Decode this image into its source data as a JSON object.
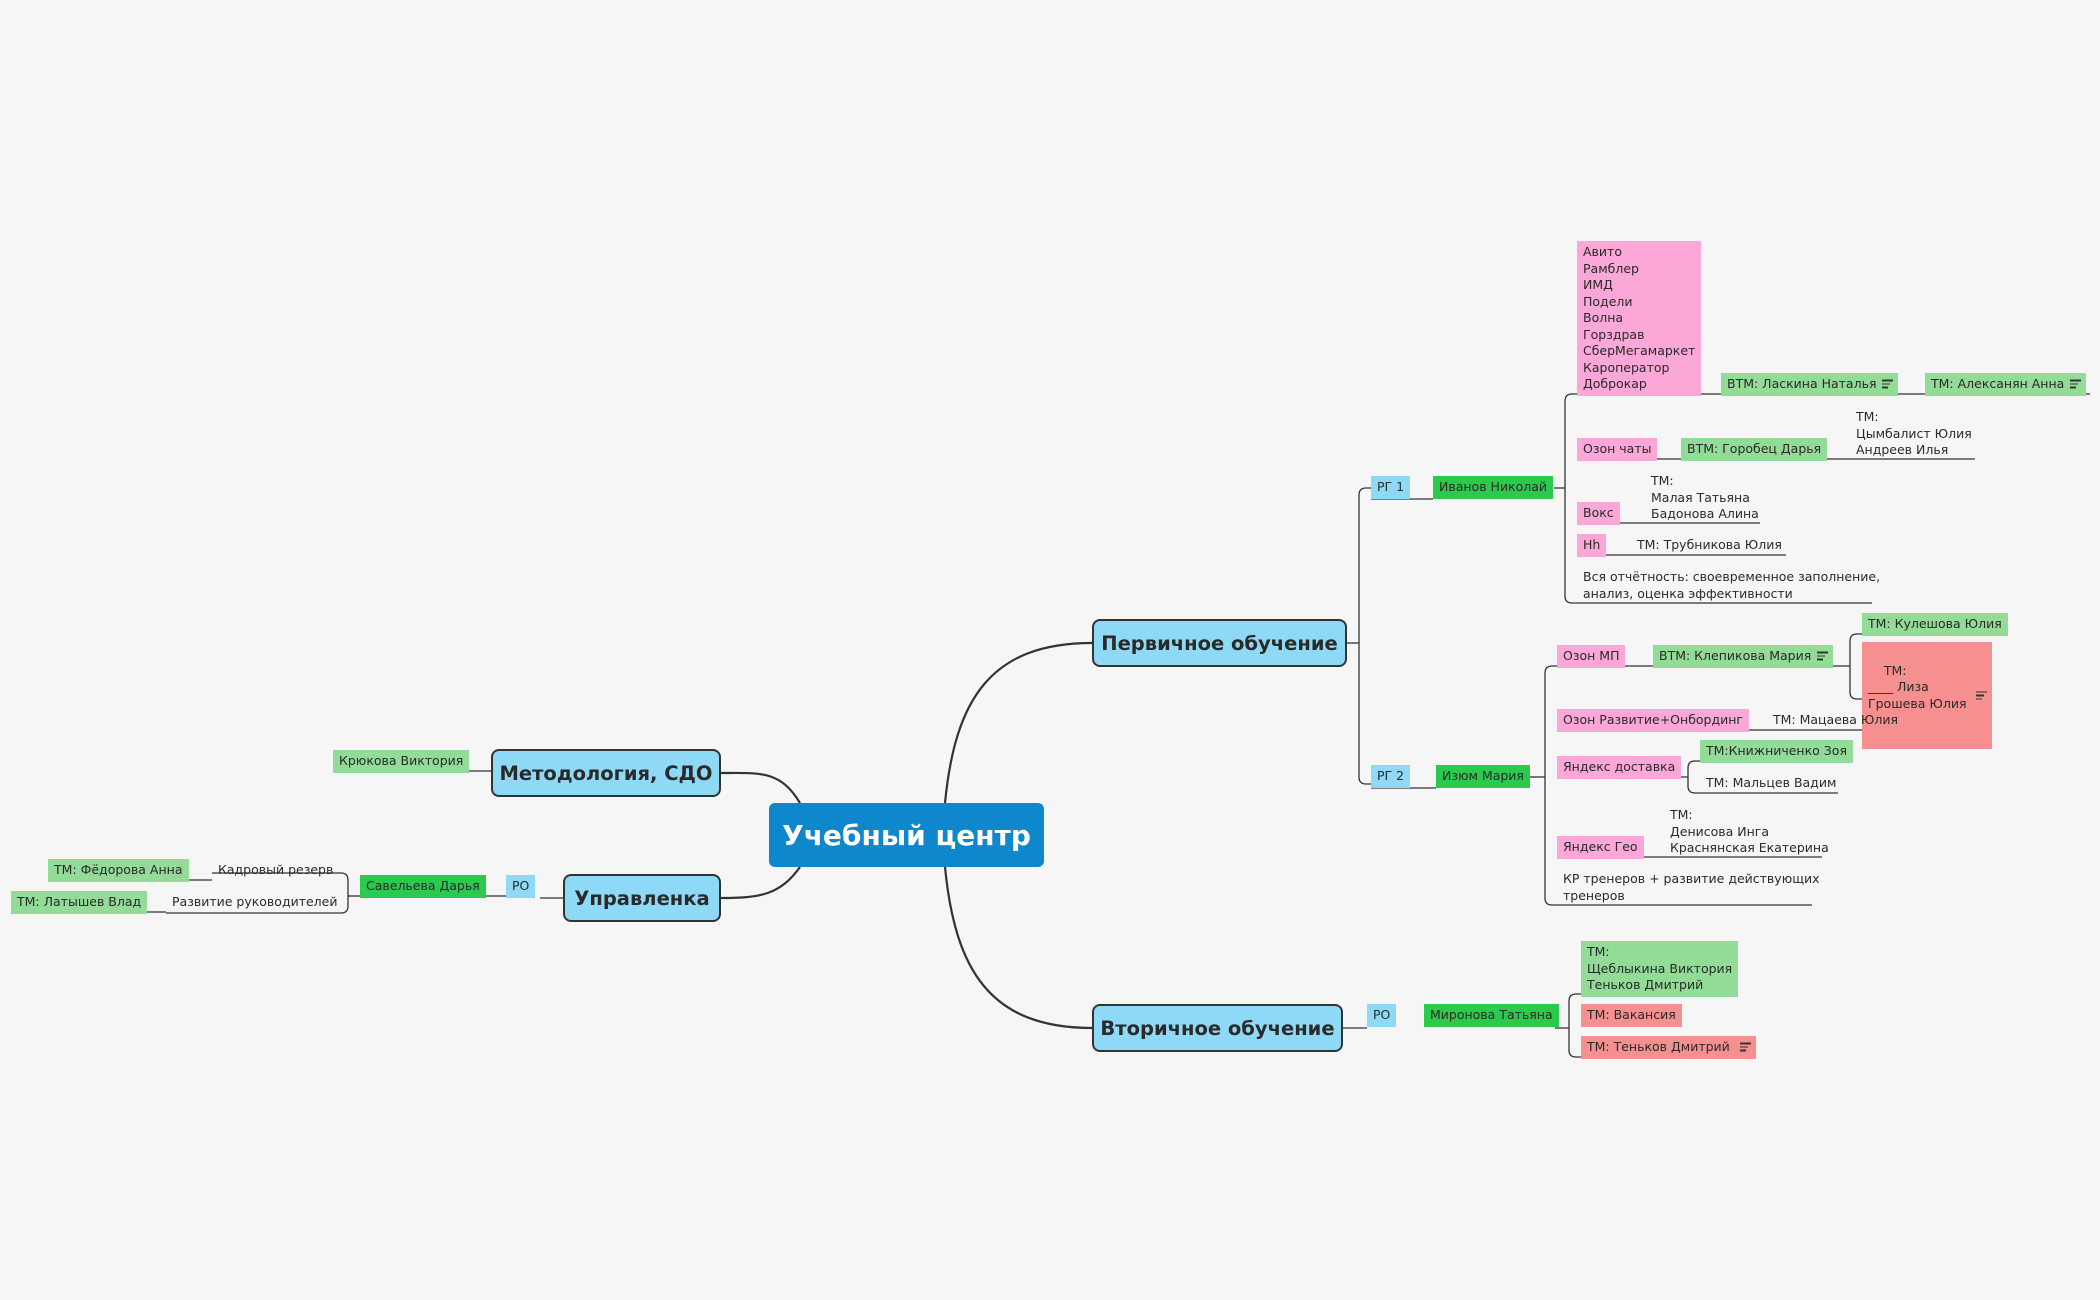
{
  "colors": {
    "root": "#0e87cc",
    "main_topic": "#8ed9f6",
    "manager": "#2bca4d",
    "staff": "#92dc98",
    "project": "#fba7d7",
    "vacancy": "#f68f8f",
    "line": "#333333"
  },
  "root": "Учебный центр",
  "topics": {
    "primary": "Первичное обучение",
    "secondary": "Вторичное обучение",
    "method": "Методология, СДО",
    "management": "Управленка"
  },
  "primary": {
    "rg1": {
      "label": "РГ 1",
      "manager": "Иванов Николай",
      "projects_list": "Авито\nРамблер\nИМД\nПодели\nВолна\nГорздрав\nСберМегамаркет\nКароператор\nДоброкар",
      "vtm_laskina": "ВТМ: Ласкина Наталья",
      "tm_aleksanyan": "ТМ: Алексанян Анна",
      "ozon_chats": "Озон чаты",
      "vtm_gorobets": "ВТМ: Горобец Дарья",
      "tm_tsymbalist": "ТМ:\nЦымбалист Юлия\nАндреев Илья",
      "voks": "Вокс",
      "tm_malaya": "ТМ:\nМалая Татьяна\nБадонова Алина",
      "hh": "Hh",
      "tm_trubnikova": "ТМ: Трубникова Юлия",
      "reporting": "Вся отчётность: своевременное заполнение,\nанализ, оценка эффективности"
    },
    "rg2": {
      "label": "РГ 2",
      "manager": "Изюм Мария",
      "ozon_mp": "Озон МП",
      "vtm_klepikova": "ВТМ: Клепикова Мария",
      "tm_kuleshova": "ТМ: Кулешова Юлия",
      "tm_vacancy": "ТМ:\n____ Лиза\nГрошева Юлия",
      "ozon_dev": "Озон Развитие+Онбординг",
      "tm_matsaeva": "ТМ: Мацаева Юлия",
      "yandex_delivery": "Яндекс доставка",
      "tm_knizhnichenko": "ТМ:Книжниченко Зоя",
      "tm_maltsev": "ТМ: Мальцев Вадим",
      "yandex_geo": "Яндекс Гео",
      "tm_denisova": "ТМ:\nДенисова Инга\nКраснянская Екатерина",
      "kr_trainers": "КР тренеров + развитие действующих\nтренеров"
    }
  },
  "secondary": {
    "ro": "РО",
    "manager": "Миронова Татьяна",
    "tm_shcheblykina": "ТМ:\nЩеблыкина Виктория\nТеньков Дмитрий",
    "tm_vacancy": "ТМ: Вакансия",
    "tm_tenkov": "ТМ: Теньков Дмитрий"
  },
  "method": {
    "person": "Крюкова Виктория"
  },
  "management": {
    "ro": "РО",
    "manager": "Савельева Дарья",
    "reserve": "Кадровый резерв",
    "tm_fedorova": "ТМ: Фёдорова Анна",
    "dev_managers": "Развитие руководителей",
    "tm_latyshev": "ТМ: Латышев Влад"
  }
}
